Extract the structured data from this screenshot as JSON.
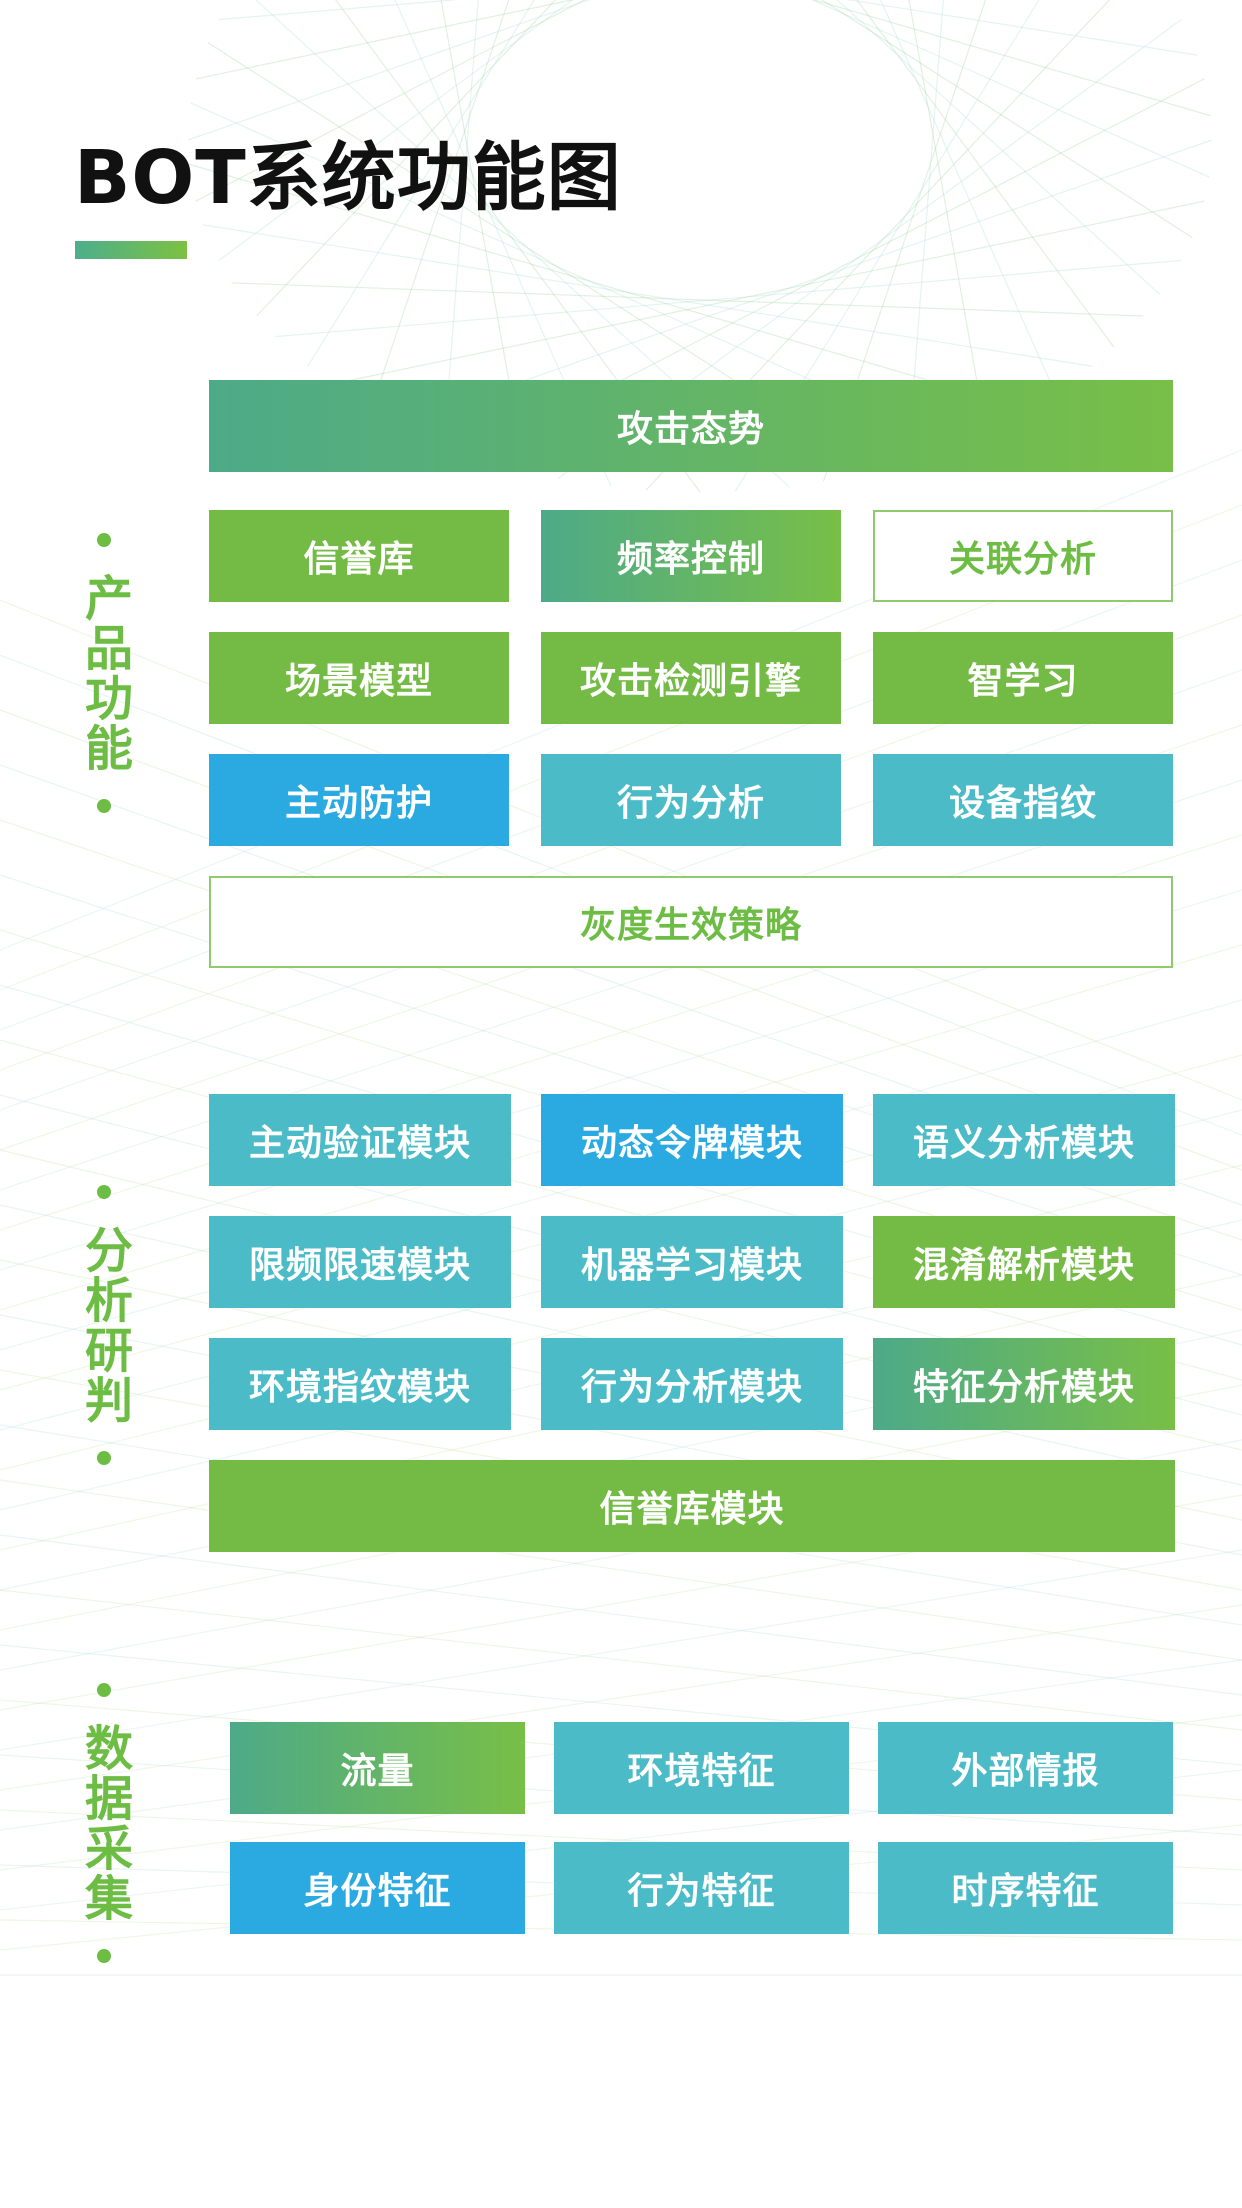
{
  "title": "BOT系统功能图",
  "colors": {
    "green": "#74bb45",
    "gradient": [
      "#4daa88",
      "#78bf47"
    ],
    "blue": "#2baae2",
    "teal": "#4cbbc8",
    "outline_text": "#6dbd45"
  },
  "sections": {
    "product": {
      "label": "产品功能",
      "top": "攻击态势",
      "rows": [
        [
          "信誉库",
          "频率控制",
          "关联分析"
        ],
        [
          "场景模型",
          "攻击检测引擎",
          "智学习"
        ],
        [
          "主动防护",
          "行为分析",
          "设备指纹"
        ]
      ],
      "bottom": "灰度生效策略"
    },
    "analysis": {
      "label": "分析研判",
      "rows": [
        [
          "主动验证模块",
          "动态令牌模块",
          "语义分析模块"
        ],
        [
          "限频限速模块",
          "机器学习模块",
          "混淆解析模块"
        ],
        [
          "环境指纹模块",
          "行为分析模块",
          "特征分析模块"
        ]
      ],
      "bottom": "信誉库模块"
    },
    "data": {
      "label": "数据采集",
      "rows": [
        [
          "流量",
          "环境特征",
          "外部情报"
        ],
        [
          "身份特征",
          "行为特征",
          "时序特征"
        ]
      ]
    }
  }
}
